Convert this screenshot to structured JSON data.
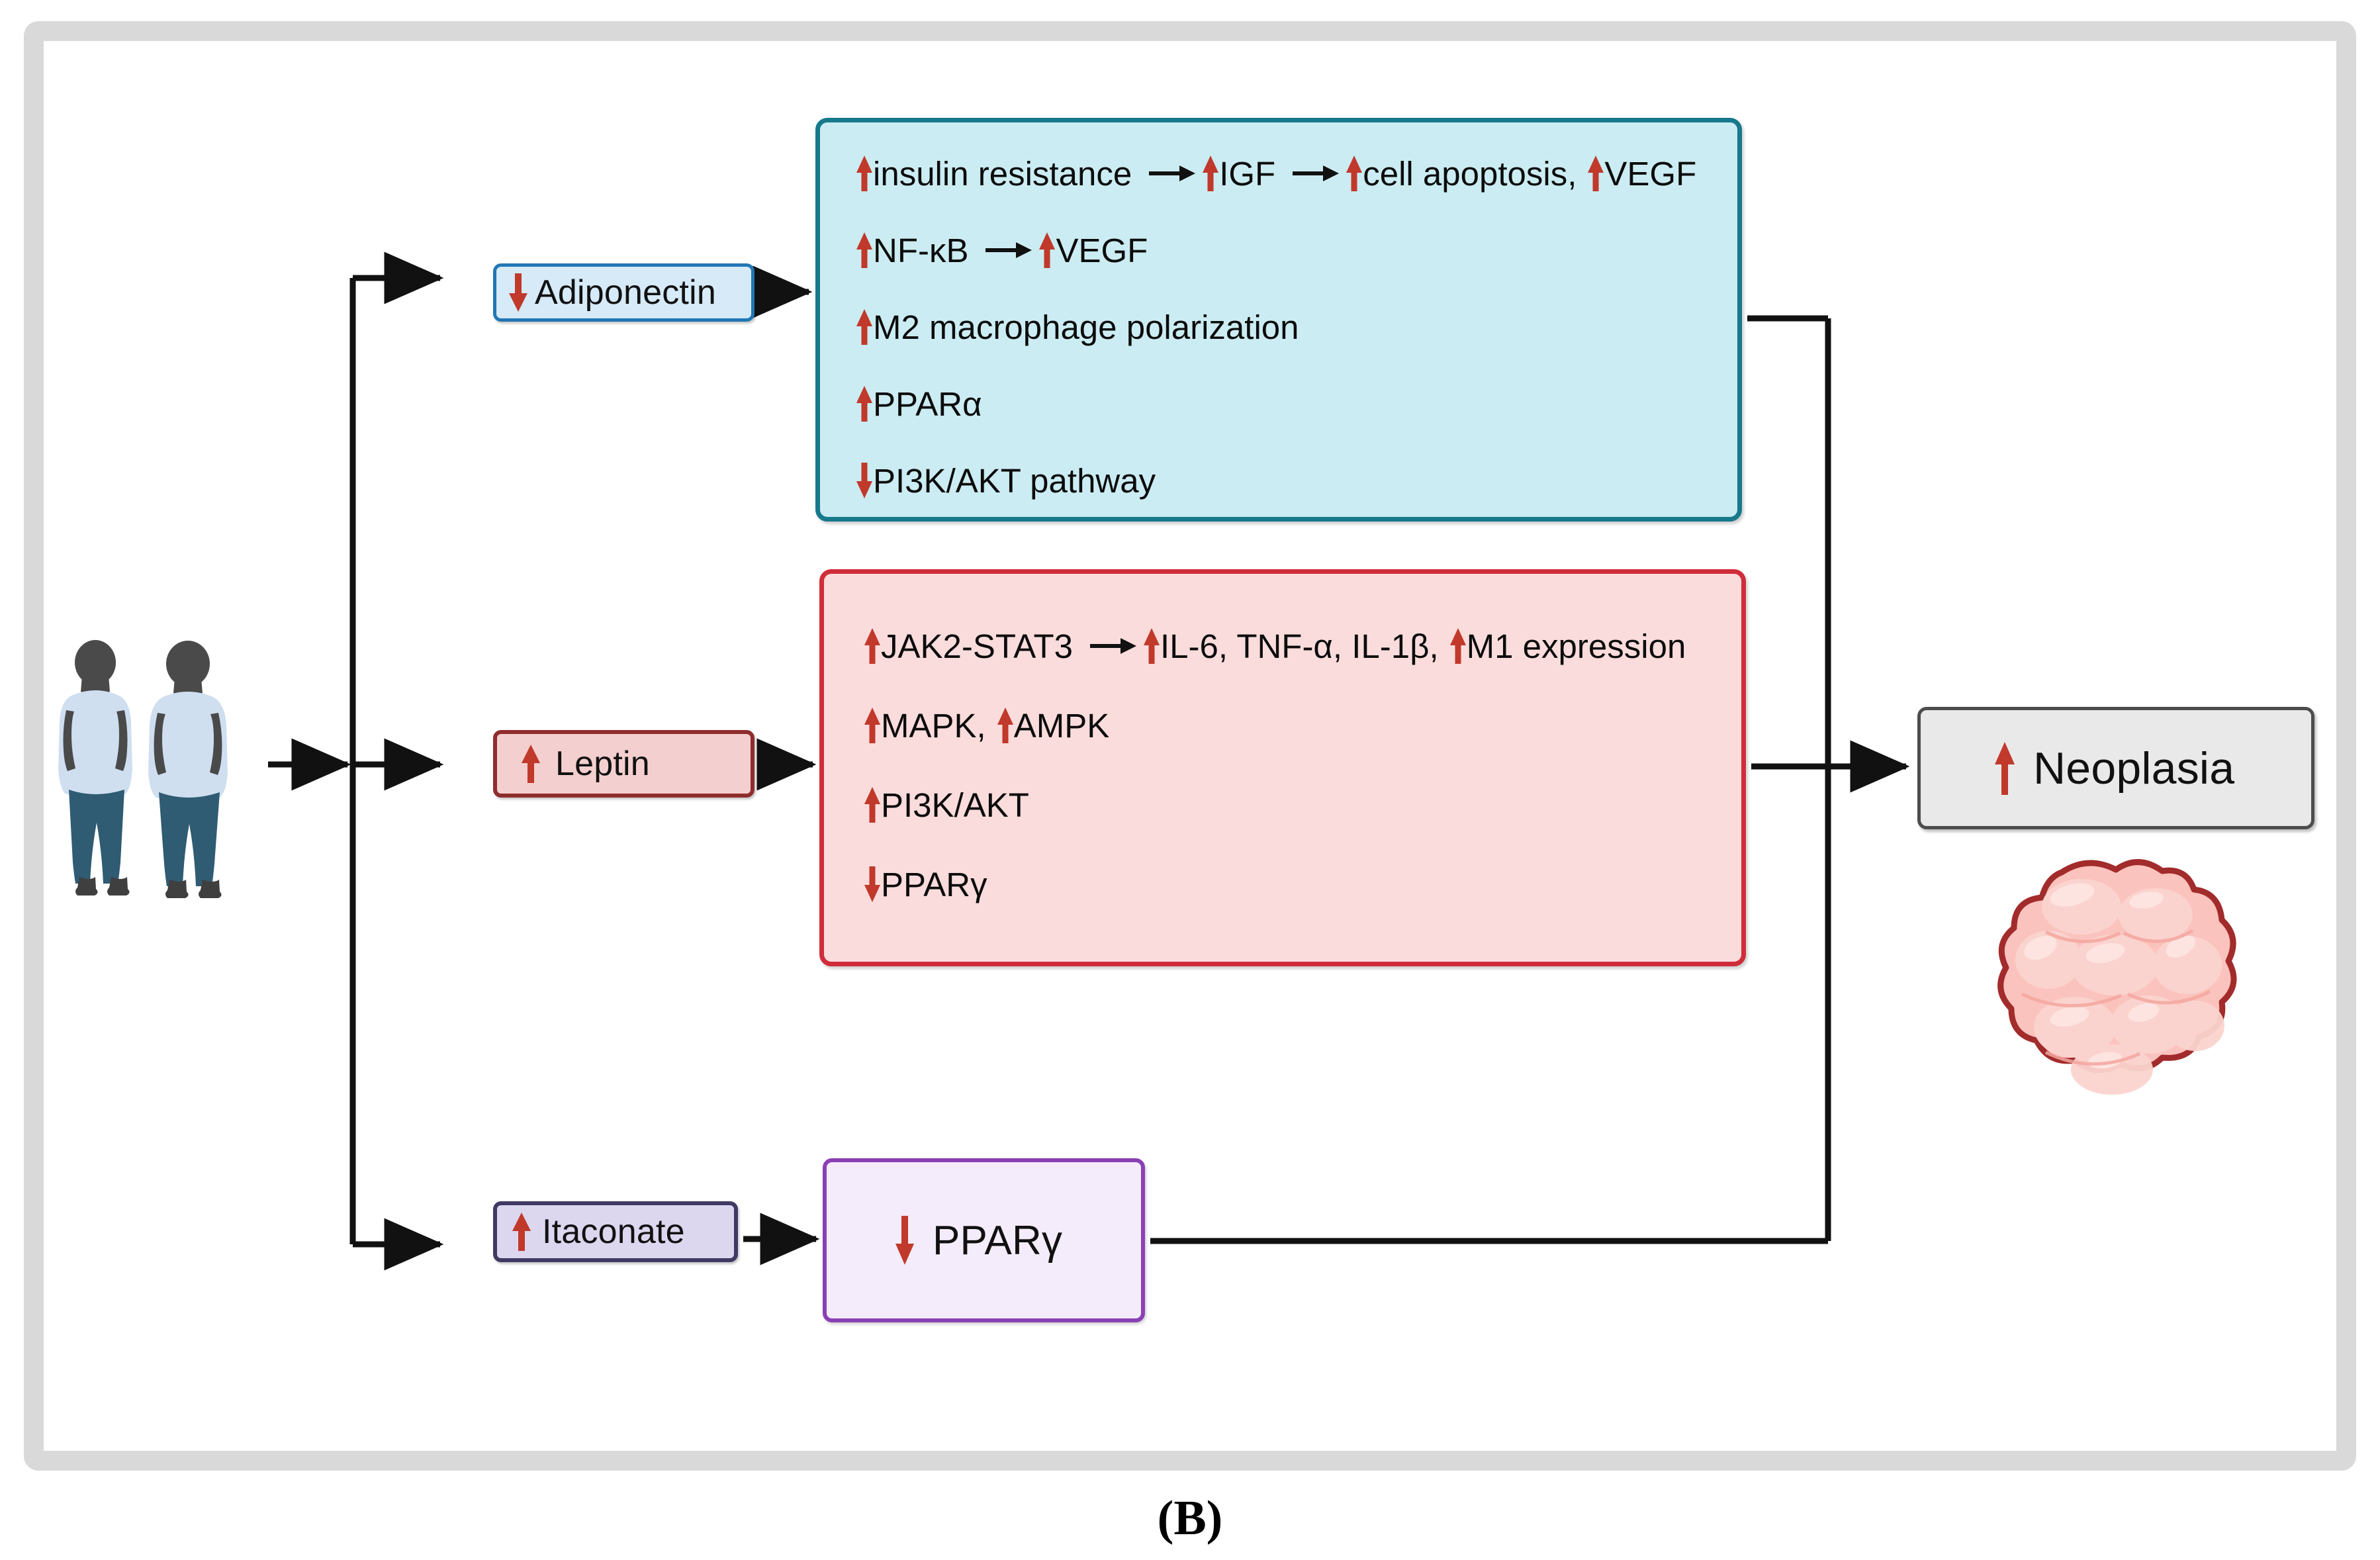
{
  "figure": {
    "caption": "(B)",
    "frame_color": "#d9d9d9",
    "up_arrow_color": "#c0392b",
    "down_arrow_color": "#c0392b"
  },
  "source": {
    "name": "obese-individuals-illustration",
    "alt": "Two obese human figures"
  },
  "mediators": [
    {
      "id": "adiponectin",
      "direction": "down",
      "label": "Adiponectin",
      "fill": "#d6eaf8",
      "stroke": "#2277b5"
    },
    {
      "id": "leptin",
      "direction": "up",
      "label": "Leptin",
      "fill": "#f4cfcf",
      "stroke": "#8f2d2d"
    },
    {
      "id": "itaconate",
      "direction": "up",
      "label": "Itaconate",
      "fill": "#ddd6ef",
      "stroke": "#403a63"
    }
  ],
  "panels": [
    {
      "id": "adiponectin-effects",
      "fill": "#cbecf2",
      "stroke": "#17798c",
      "lines": [
        {
          "tokens": [
            {
              "type": "arrow",
              "direction": "up"
            },
            {
              "type": "text",
              "value": "insulin resistance"
            },
            {
              "type": "connector",
              "value": "→"
            },
            {
              "type": "arrow",
              "direction": "up"
            },
            {
              "type": "text",
              "value": "IGF"
            },
            {
              "type": "connector",
              "value": "→"
            },
            {
              "type": "arrow",
              "direction": "up"
            },
            {
              "type": "text",
              "value": "cell apoptosis,"
            },
            {
              "type": "arrow",
              "direction": "up"
            },
            {
              "type": "text",
              "value": "VEGF"
            }
          ]
        },
        {
          "tokens": [
            {
              "type": "arrow",
              "direction": "up"
            },
            {
              "type": "text",
              "value": "NF-κB"
            },
            {
              "type": "connector",
              "value": "→"
            },
            {
              "type": "arrow",
              "direction": "up"
            },
            {
              "type": "text",
              "value": "VEGF"
            }
          ]
        },
        {
          "tokens": [
            {
              "type": "arrow",
              "direction": "up"
            },
            {
              "type": "text",
              "value": "M2 macrophage polarization"
            }
          ]
        },
        {
          "tokens": [
            {
              "type": "arrow",
              "direction": "up"
            },
            {
              "type": "text",
              "value": "PPARα"
            }
          ]
        },
        {
          "tokens": [
            {
              "type": "arrow",
              "direction": "down"
            },
            {
              "type": "text",
              "value": "PI3K/AKT pathway"
            }
          ]
        }
      ]
    },
    {
      "id": "leptin-effects",
      "fill": "#fbdcdc",
      "stroke": "#cf2d3a",
      "lines": [
        {
          "tokens": [
            {
              "type": "arrow",
              "direction": "up"
            },
            {
              "type": "text",
              "value": "JAK2-STAT3"
            },
            {
              "type": "connector",
              "value": "→"
            },
            {
              "type": "arrow",
              "direction": "up"
            },
            {
              "type": "text",
              "value": "IL-6, TNF-α, IL-1β,"
            },
            {
              "type": "arrow",
              "direction": "up"
            },
            {
              "type": "text",
              "value": "M1 expression"
            }
          ]
        },
        {
          "tokens": [
            {
              "type": "arrow",
              "direction": "up"
            },
            {
              "type": "text",
              "value": "MAPK,"
            },
            {
              "type": "arrow",
              "direction": "up"
            },
            {
              "type": "text",
              "value": "AMPK"
            }
          ]
        },
        {
          "tokens": [
            {
              "type": "arrow",
              "direction": "up"
            },
            {
              "type": "text",
              "value": "PI3K/AKT"
            }
          ]
        },
        {
          "tokens": [
            {
              "type": "arrow",
              "direction": "down"
            },
            {
              "type": "text",
              "value": "PPARγ"
            }
          ]
        }
      ]
    }
  ],
  "intermediate": {
    "id": "ppar-gamma",
    "direction": "down",
    "label": "PPARγ",
    "fill": "#f5ecfb",
    "stroke": "#8a40b5"
  },
  "outcome": {
    "id": "neoplasia",
    "direction": "up",
    "label": "Neoplasia",
    "fill": "#e9e9e9",
    "stroke": "#4d4d4d",
    "illustration": "tumor-illustration"
  }
}
